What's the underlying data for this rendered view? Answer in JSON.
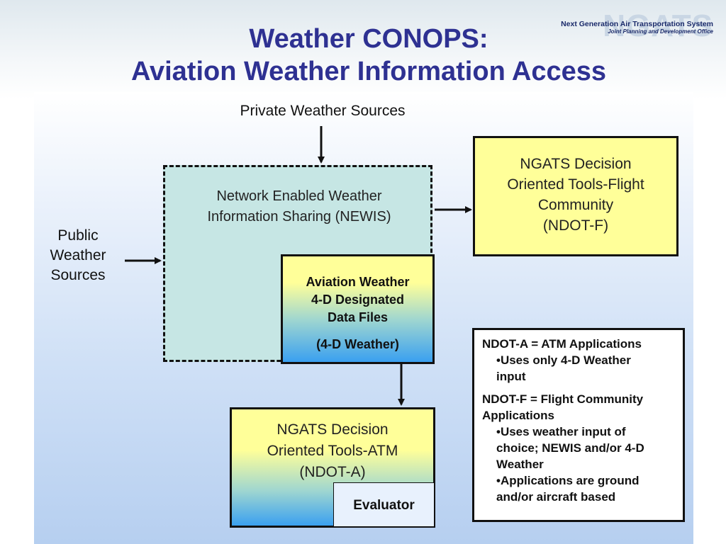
{
  "title": {
    "line1": "Weather CONOPS:",
    "line2": "Aviation Weather Information Access"
  },
  "logo": {
    "acronym": "NGATS",
    "line1": "Next Generation Air Transportation System",
    "line2": "Joint Planning and Development Office"
  },
  "nodes": {
    "private_sources": "Private Weather Sources",
    "public_sources": [
      "Public",
      "Weather",
      "Sources"
    ],
    "newis": [
      "Network Enabled Weather",
      "Information Sharing (NEWIS)"
    ],
    "aviation_weather": [
      "Aviation Weather",
      "4-D Designated",
      "Data Files"
    ],
    "aviation_weather_sub": "(4-D Weather)",
    "ndot_f": [
      "NGATS Decision",
      "Oriented Tools-Flight",
      "Community",
      "(NDOT-F)"
    ],
    "ndot_a": [
      "NGATS Decision",
      "Oriented Tools-ATM",
      "(NDOT-A)"
    ],
    "evaluator": "Evaluator"
  },
  "legend": {
    "lines": [
      "NDOT-A = ATM Applications",
      "•Uses only 4-D Weather",
      "input",
      "NDOT-F = Flight Community",
      "Applications",
      "•Uses weather input of",
      "choice; NEWIS and/or 4-D",
      "Weather",
      "•Applications are ground",
      "and/or aircraft based"
    ]
  }
}
